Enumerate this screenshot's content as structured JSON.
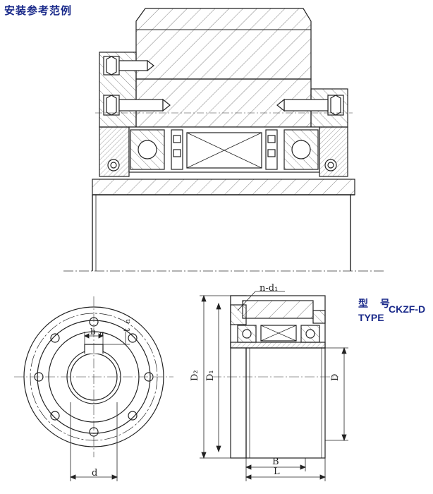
{
  "heading": "安装参考范例",
  "model": {
    "label_cn": "型 号",
    "label_en": "TYPE",
    "code": "CKZF-D"
  },
  "dimensions": {
    "n_d1": "n-d₁",
    "D2": "D₂",
    "D1": "D₁",
    "D": "D",
    "B": "B",
    "L": "L",
    "d": "d",
    "b": "b",
    "t": "t",
    "n": "n"
  },
  "colors": {
    "line": "#222222",
    "accent": "#1a2a8a",
    "hatch": "#555555"
  }
}
